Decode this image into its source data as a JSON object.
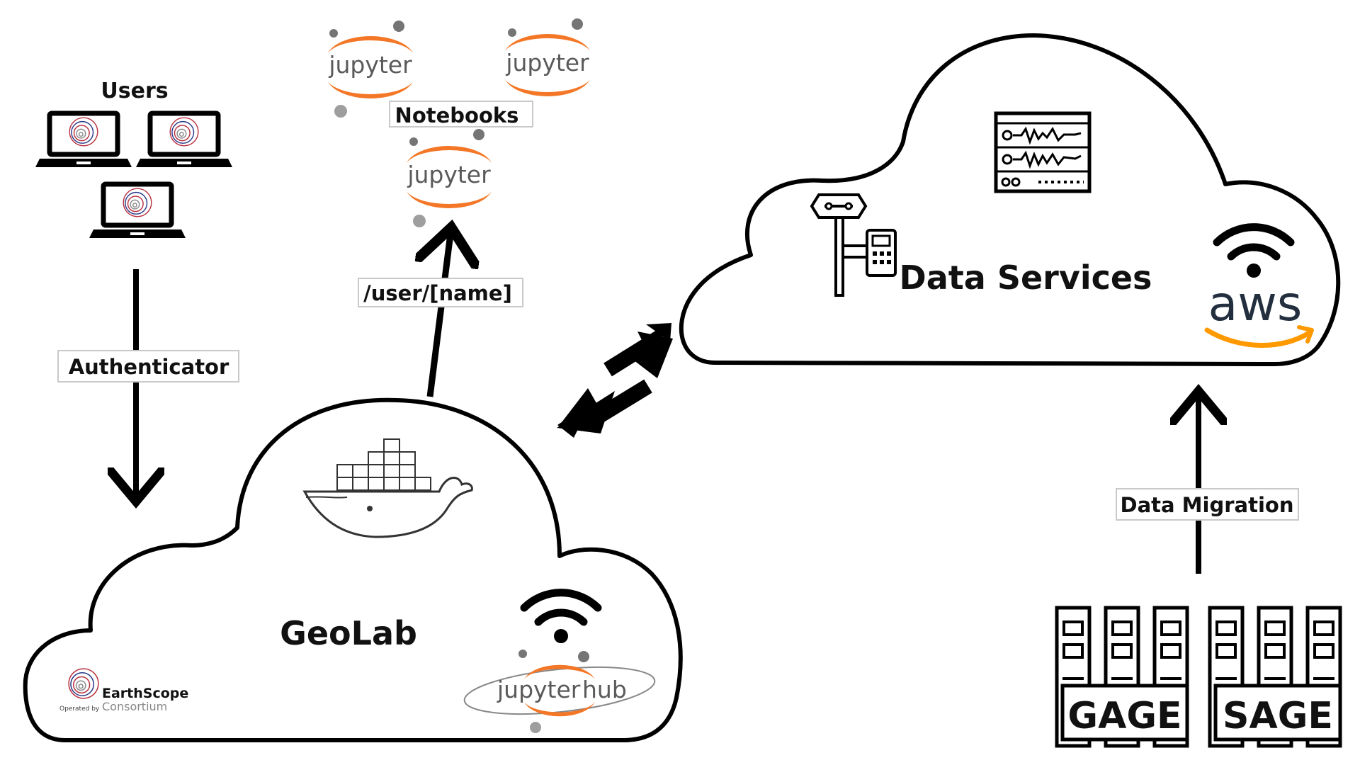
{
  "users": {
    "title": "Users"
  },
  "notebooks": {
    "title": "Notebooks",
    "jupyter_word": "jupyter"
  },
  "edges": {
    "authenticator": "Authenticator",
    "user_path": "/user/[name]",
    "data_migration": "Data Migration"
  },
  "geolab": {
    "title": "GeoLab",
    "hub_word_a": "jupyter",
    "hub_word_b": "hub",
    "logo_name": "EarthScope",
    "logo_operated": "Operated by",
    "logo_consortium": "Consortium"
  },
  "data_services": {
    "title": "Data Services",
    "aws": "aws"
  },
  "archives": [
    {
      "label": "GAGE",
      "color": "#b02a3c"
    },
    {
      "label": "SAGE",
      "color": "#4a2a7a"
    }
  ],
  "colors": {
    "jupyter_orange": "#f37726",
    "jupyter_gray": "#9e9e9e",
    "aws_orange": "#ff9900",
    "earthscope_red": "#b83240",
    "earthscope_blue": "#2a3a8a"
  },
  "icons": [
    "laptop-icon",
    "docker-whale-icon",
    "wifi-icon",
    "seismometer-icon",
    "gnss-station-icon",
    "server-rack-icon",
    "amazon-smile-icon"
  ]
}
